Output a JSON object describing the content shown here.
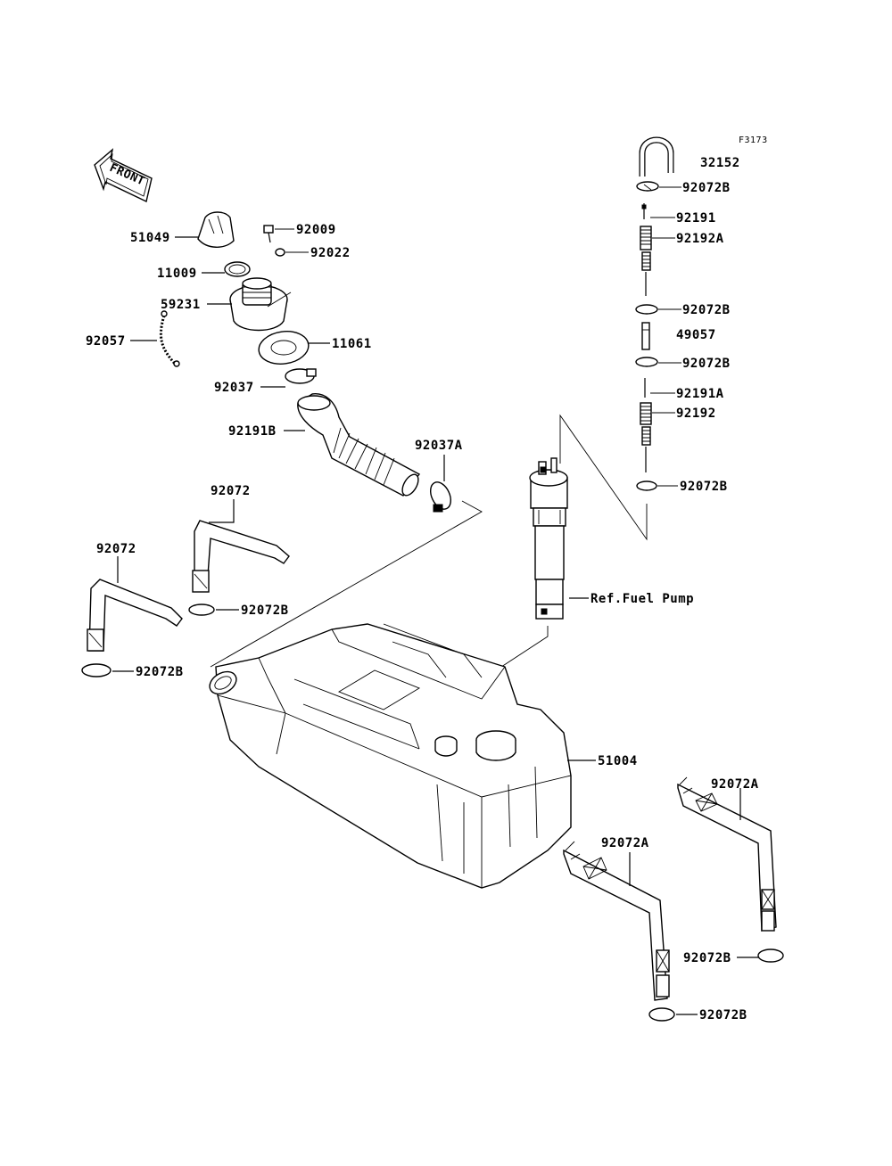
{
  "diagram_code": "F3173",
  "front_label": "FRONT",
  "ref_label": "Ref.Fuel Pump",
  "parts": {
    "p32152": "32152",
    "p92072B_1": "92072B",
    "p92191": "92191",
    "p92192A": "92192A",
    "p92072B_2": "92072B",
    "p49057": "49057",
    "p92072B_3": "92072B",
    "p92191A": "92191A",
    "p92192": "92192",
    "p92072B_4": "92072B",
    "p51049": "51049",
    "p92009": "92009",
    "p92022": "92022",
    "p11009": "11009",
    "p59231": "59231",
    "p92057": "92057",
    "p11061": "11061",
    "p92037": "92037",
    "p92191B": "92191B",
    "p92037A": "92037A",
    "p92072_1": "92072",
    "p92072_2": "92072",
    "p92072B_5": "92072B",
    "p92072B_6": "92072B",
    "p51004": "51004",
    "p92072A_1": "92072A",
    "p92072A_2": "92072A",
    "p92072B_7": "92072B",
    "p92072B_8": "92072B"
  }
}
